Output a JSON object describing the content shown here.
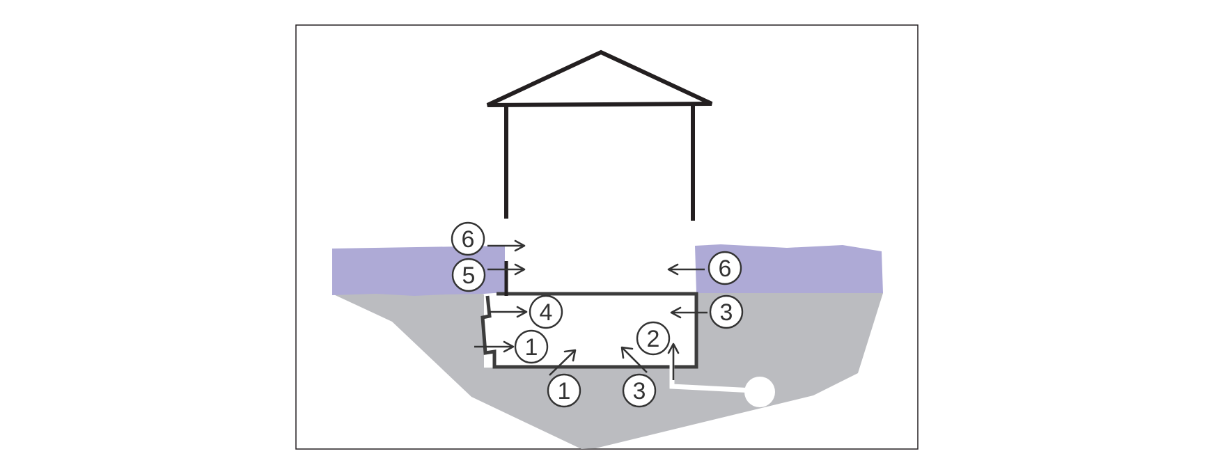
{
  "colors": {
    "soil": "#bbbcc0",
    "surface_layer": "#aeaad6",
    "structure": "#231f20",
    "basement_wall": "#3c3c3c",
    "pipe": "#ffffff"
  },
  "labels": [
    {
      "id": "6-left",
      "text": "6"
    },
    {
      "id": "5-left",
      "text": "5"
    },
    {
      "id": "6-right",
      "text": "6"
    },
    {
      "id": "4",
      "text": "4"
    },
    {
      "id": "3-right",
      "text": "3"
    },
    {
      "id": "1-left",
      "text": "1"
    },
    {
      "id": "2",
      "text": "2"
    },
    {
      "id": "1-bottom",
      "text": "1"
    },
    {
      "id": "3-bottom",
      "text": "3"
    }
  ]
}
